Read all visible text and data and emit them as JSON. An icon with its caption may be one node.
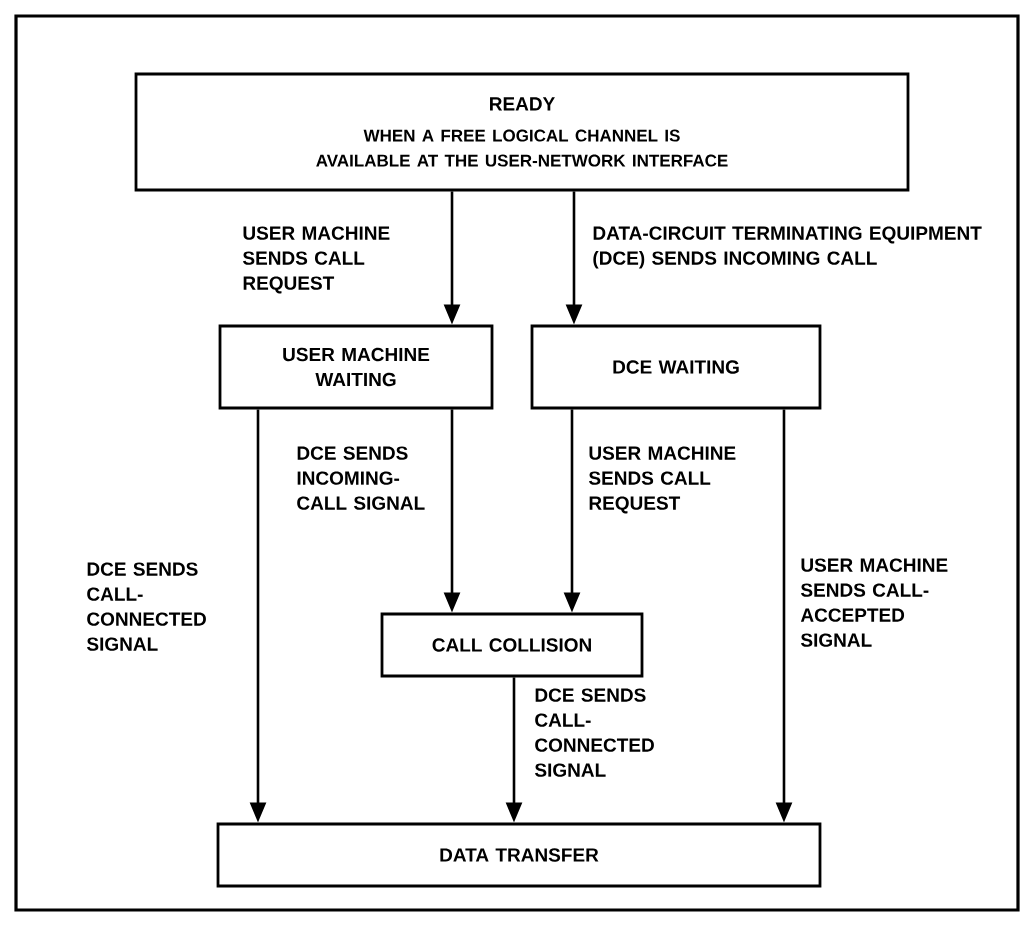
{
  "diagram": {
    "nodes": [
      {
        "text": [
          "READY",
          "WHEN A FREE LOGICAL CHANNEL IS AVAILABLE AT THE USER-NETWORK INTERFACE"
        ]
      },
      {
        "text": [
          "USER MACHINE WAITING"
        ]
      },
      {
        "text": [
          "DCE WAITING"
        ]
      },
      {
        "text": [
          "CALL COLLISION"
        ]
      },
      {
        "text": [
          "DATA TRANSFER"
        ]
      }
    ],
    "edges": [
      {
        "from": 0,
        "to": 1,
        "arrow": "to",
        "label": "USER MACHINE SENDS CALL REQUEST"
      },
      {
        "from": 0,
        "to": 2,
        "arrow": "to",
        "label": "DATA-CIRCUIT TERMINATING EQUIPMENT (DCE) SENDS INCOMING CALL"
      },
      {
        "from": 1,
        "to": 3,
        "arrow": "to",
        "label": "DCE SENDS INCOMING-CALL SIGNAL"
      },
      {
        "from": 2,
        "to": 3,
        "arrow": "to",
        "label": "USER MACHINE SENDS CALL REQUEST"
      },
      {
        "from": 1,
        "to": 4,
        "arrow": "to",
        "label": "DCE SENDS CALL-CONNECTED SIGNAL"
      },
      {
        "from": 2,
        "to": 4,
        "arrow": "to",
        "label": "USER MACHINE SENDS CALL-ACCEPTED SIGNAL"
      },
      {
        "from": 3,
        "to": 4,
        "arrow": "to",
        "label": "DCE SENDS CALL-CONNECTED SIGNAL"
      }
    ]
  }
}
